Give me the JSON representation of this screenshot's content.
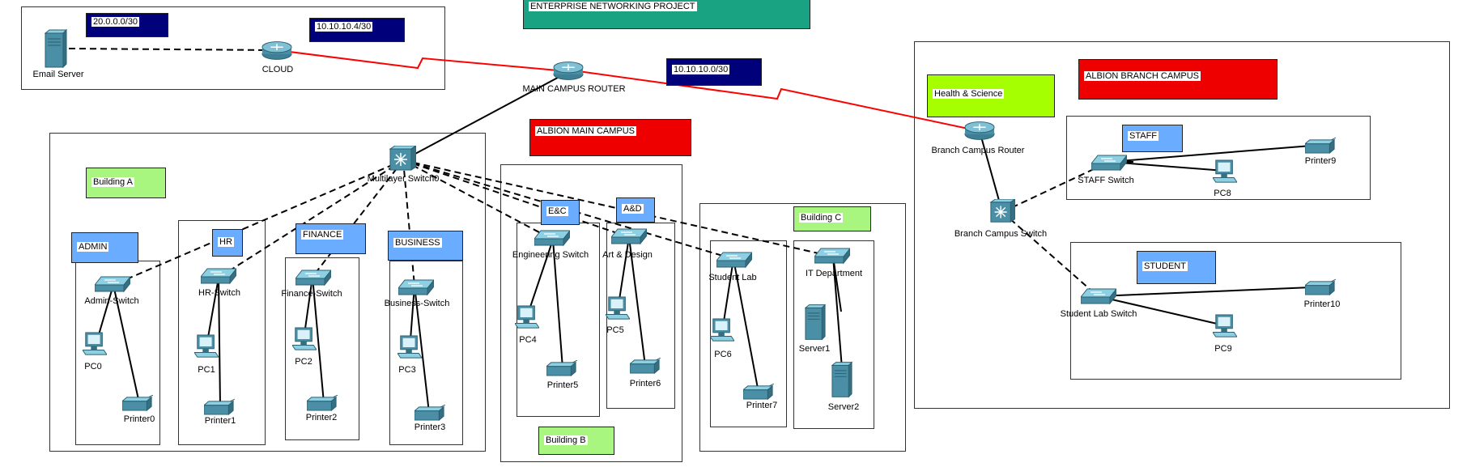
{
  "title": "ENTERPRISE NETWORKING PROJECT",
  "subnets": {
    "email": "20.0.0.0/30",
    "cloud": "10.10.10.4/30",
    "wan": "10.10.10.0/30"
  },
  "campuses": {
    "main": "ALBION MAIN CAMPUS",
    "branch": "ALBION BRANCH CAMPUS"
  },
  "buildings": {
    "a": "Building A",
    "b": "Building B",
    "c": "Building C",
    "health": "Health & Science"
  },
  "departments": {
    "admin": "ADMIN",
    "hr": "HR",
    "finance": "FINANCE",
    "business": "BUSINESS",
    "ec": "E&C",
    "ad": "A&D",
    "staff": "STAFF",
    "student": "STUDENT"
  },
  "devices": {
    "email_server": "Email Server",
    "cloud": "CLOUD",
    "main_router": "MAIN CAMPUS ROUTER",
    "multilayer": "Multilayer Switch0",
    "admin_switch": "Admin-Switch",
    "hr_switch": "HR-Switch",
    "finance_switch": "Finance-Switch",
    "business_switch": "Business-Switch",
    "eng_switch": "Engineering Switch",
    "ad_switch": "Art & Design",
    "student_lab": "Student Lab",
    "it_dept": "IT Department",
    "pc0": "PC0",
    "pc1": "PC1",
    "pc2": "PC2",
    "pc3": "PC3",
    "pc4": "PC4",
    "pc5": "PC5",
    "pc6": "PC6",
    "pc8": "PC8",
    "pc9": "PC9",
    "printer0": "Printer0",
    "printer1": "Printer1",
    "printer2": "Printer2",
    "printer3": "Printer3",
    "printer5": "Printer5",
    "printer6": "Printer6",
    "printer7": "Printer7",
    "printer9": "Printer9",
    "printer10": "Printer10",
    "server1": "Server1",
    "server2": "Server2",
    "branch_router": "Branch Campus Router",
    "branch_switch": "Branch Campus Switch",
    "staff_switch": "STAFF Switch",
    "student_lab_switch": "Student Lab Switch"
  },
  "colors": {
    "wan_link": "#ff0000",
    "device": "#4a8fa6",
    "navy_note": "#00007a",
    "red_note": "#ee0000",
    "lime_note": "#a6ff00",
    "green_note": "#a8f57f",
    "blue_note": "#6aacff",
    "teal_note": "#1aa383"
  }
}
